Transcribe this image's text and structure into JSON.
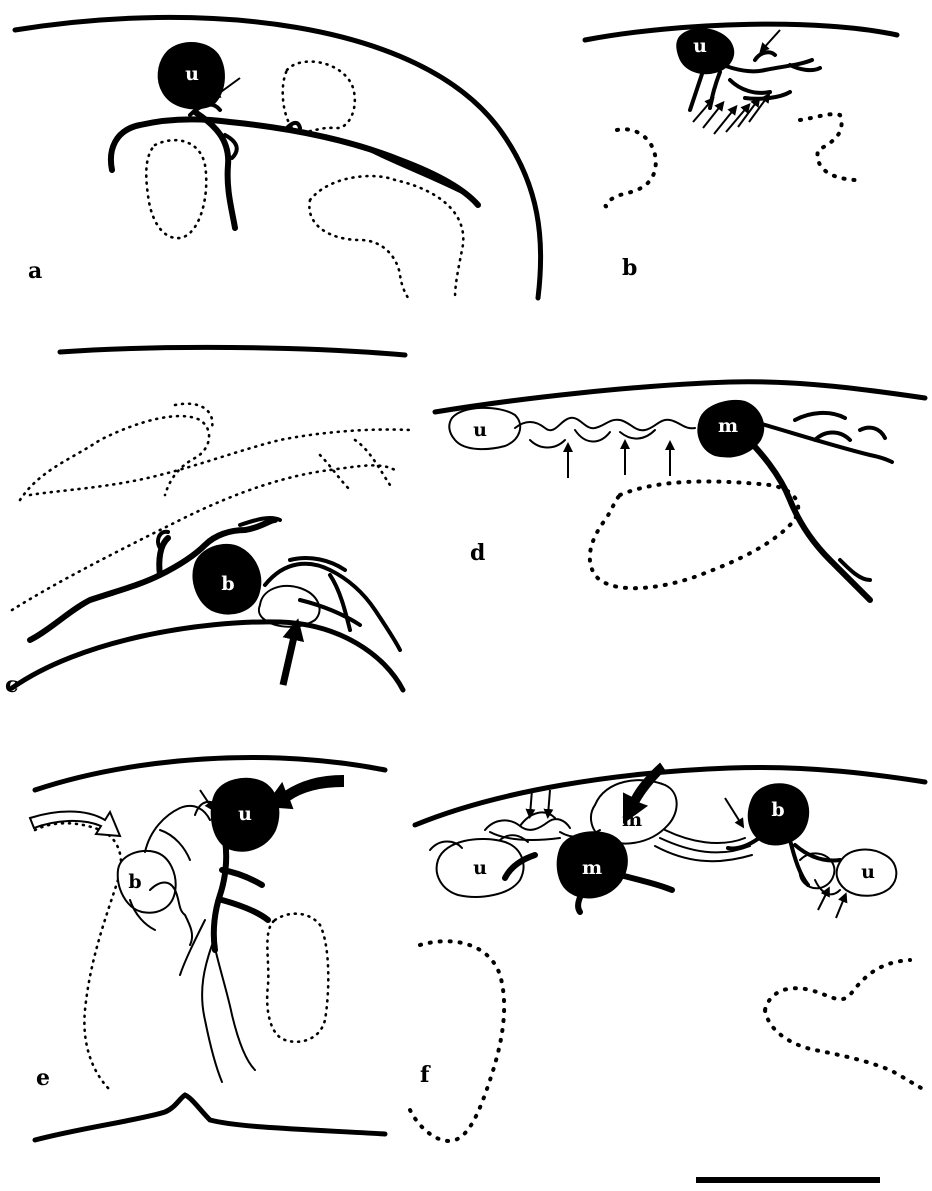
{
  "figure": {
    "panels": [
      {
        "id": "a",
        "label": "a",
        "cells": [
          {
            "label": "u",
            "style": "filled"
          }
        ]
      },
      {
        "id": "b",
        "label": "b",
        "cells": [
          {
            "label": "u",
            "style": "filled"
          }
        ]
      },
      {
        "id": "c",
        "label": "c",
        "cells": [
          {
            "label": "b",
            "style": "filled"
          }
        ]
      },
      {
        "id": "d",
        "label": "d",
        "cells": [
          {
            "label": "u",
            "style": "open"
          },
          {
            "label": "m",
            "style": "filled"
          }
        ]
      },
      {
        "id": "e",
        "label": "e",
        "cells": [
          {
            "label": "u",
            "style": "filled"
          },
          {
            "label": "b",
            "style": "open"
          }
        ]
      },
      {
        "id": "f",
        "label": "f",
        "cells": [
          {
            "label": "u",
            "style": "open"
          },
          {
            "label": "m",
            "style": "open"
          },
          {
            "label": "m",
            "style": "filled"
          },
          {
            "label": "b",
            "style": "filled"
          },
          {
            "label": "u",
            "style": "open"
          }
        ]
      }
    ],
    "scale_bar": true
  }
}
